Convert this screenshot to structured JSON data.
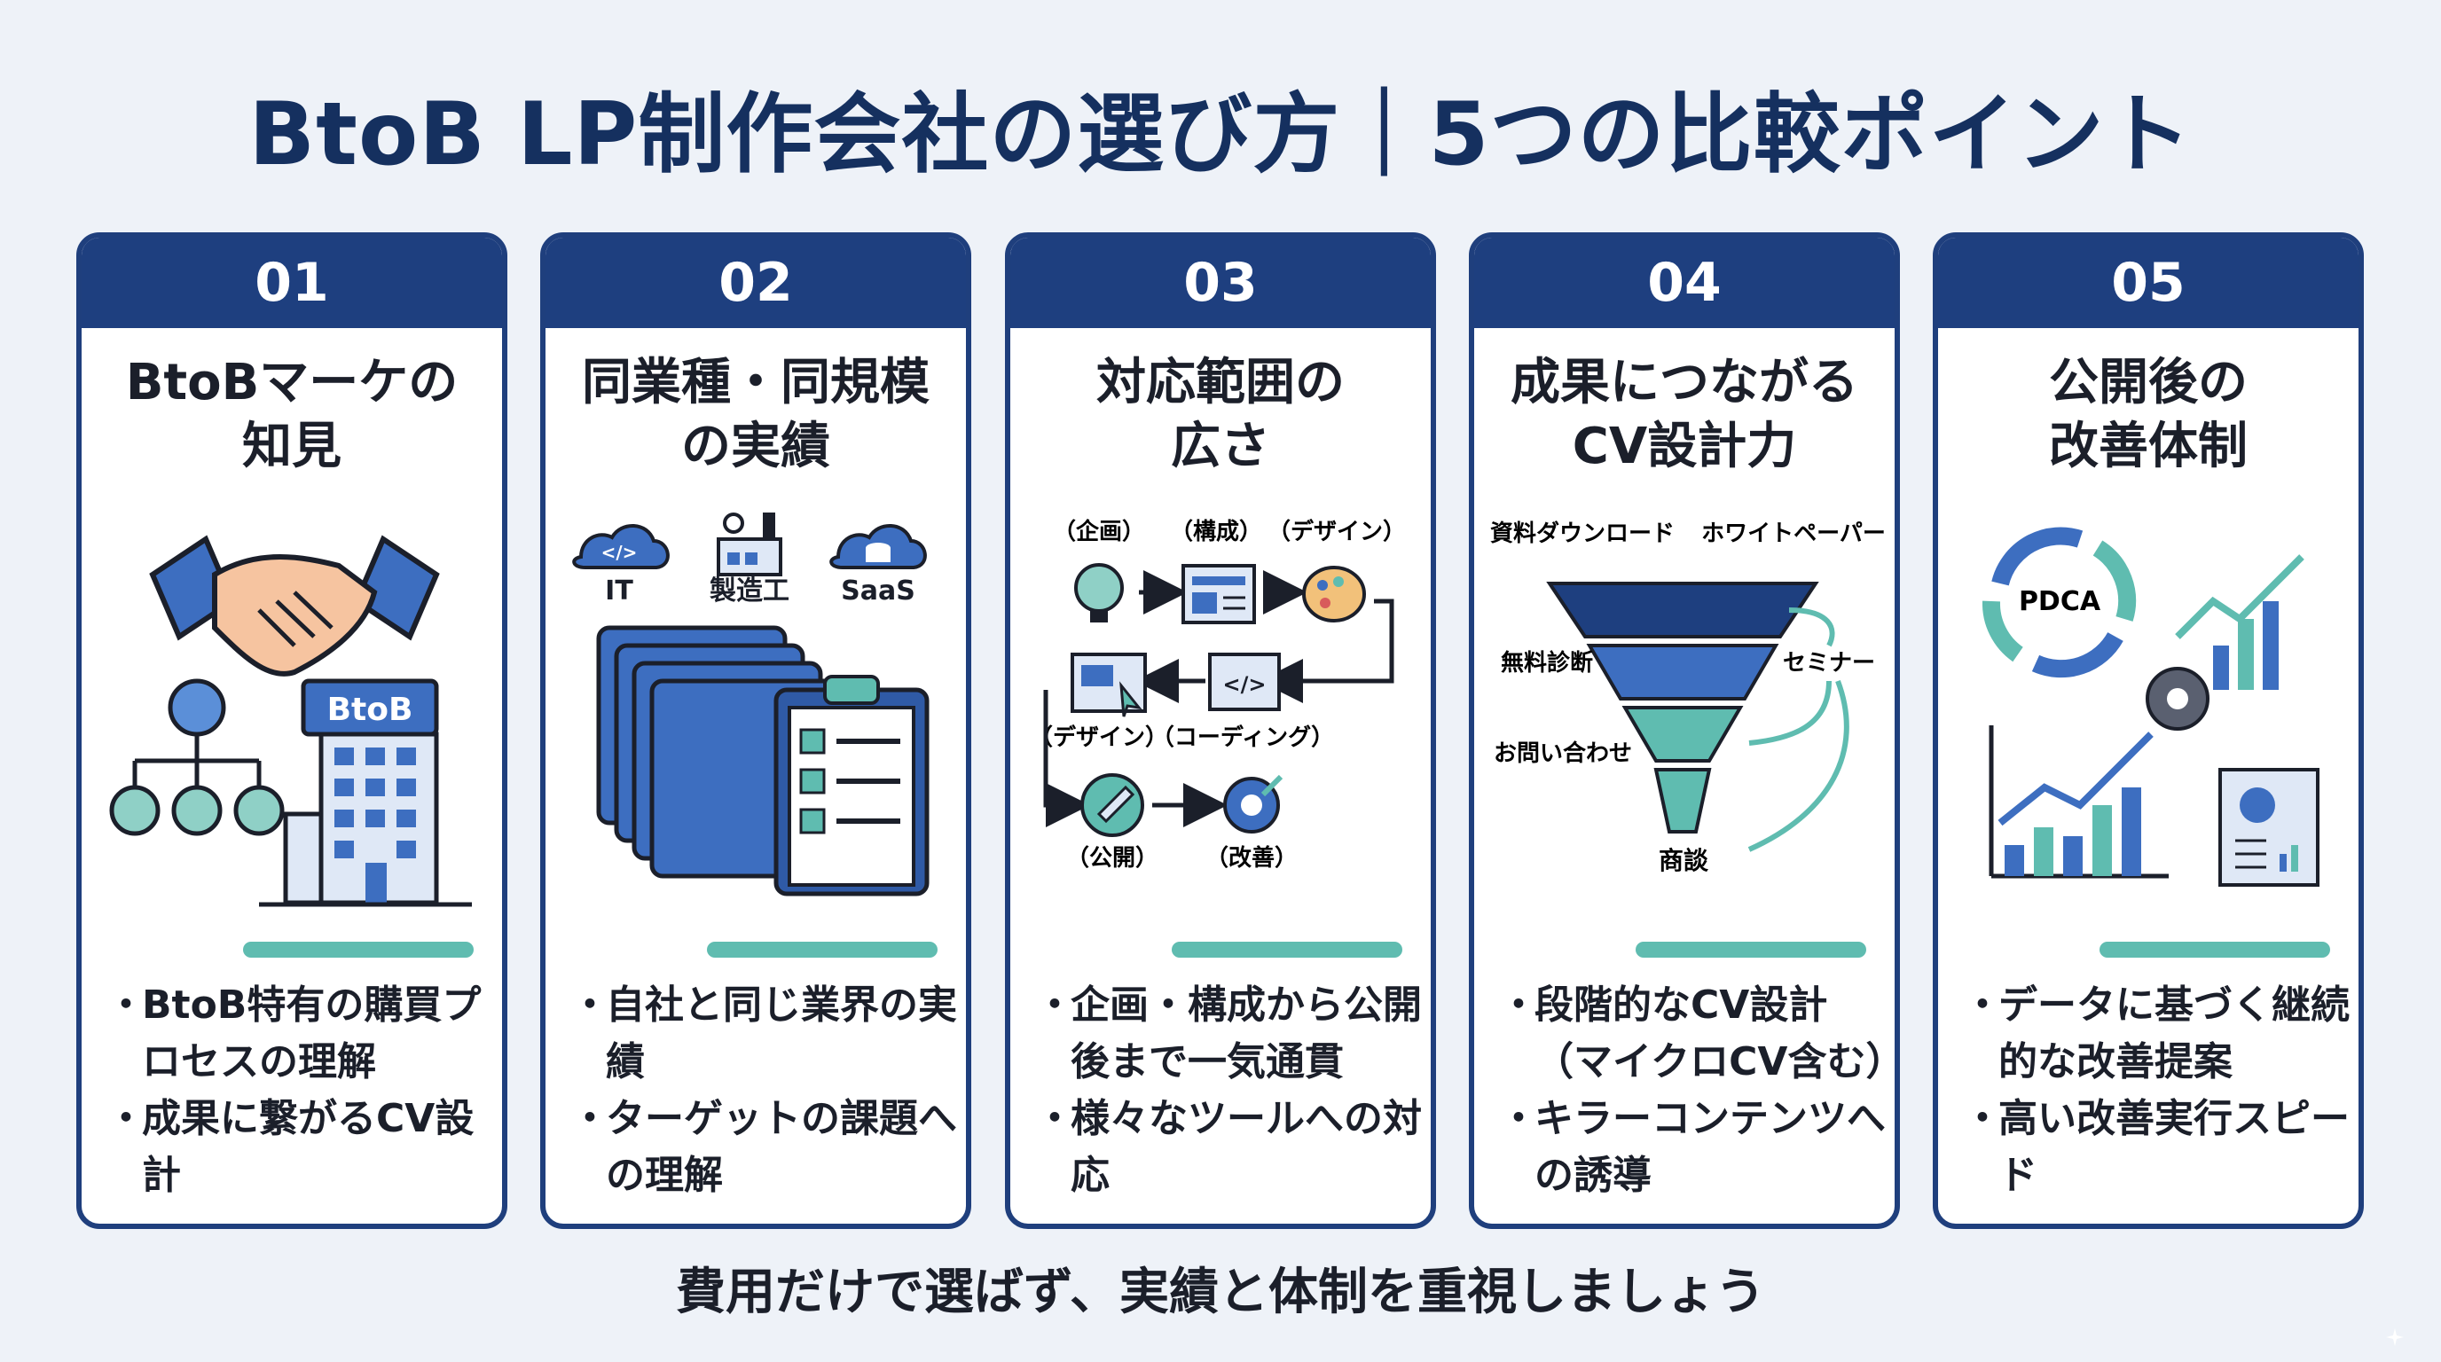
{
  "title": "BtoB LP制作会社の選び方｜5つの比較ポイント",
  "footer": "費用だけで選ばず、実績と体制を重視しましょう",
  "colors": {
    "navy": "#1e3f7f",
    "blue": "#3d6ec0",
    "teal": "#5fbcb0",
    "text": "#1b1f2a"
  },
  "cards": [
    {
      "number": "01",
      "title": [
        "BtoBマーケの",
        "知見"
      ],
      "illustration": {
        "building_label": "BtoB",
        "icons": [
          "handshake-icon",
          "org-chart-icon",
          "building-icon"
        ]
      },
      "bullets": [
        "BtoB特有の購買プロセスの理解",
        "成果に繋がるCV設計"
      ]
    },
    {
      "number": "02",
      "title": [
        "同業種・同規模",
        "の実績"
      ],
      "illustration": {
        "categories": [
          "IT",
          "製造工",
          "SaaS"
        ],
        "icons": [
          "cloud-code-icon",
          "factory-icon",
          "cloud-database-icon",
          "portfolio-folders-icon",
          "checklist-clipboard-icon"
        ]
      },
      "bullets": [
        "自社と同じ業界の実績",
        "ターゲットの課題への理解"
      ]
    },
    {
      "number": "03",
      "title": [
        "対応範囲の",
        "広さ"
      ],
      "illustration": {
        "steps": [
          "（企画）",
          "（構成）",
          "（デザイン）",
          "（デザイン）",
          "（コーディング）",
          "（公開）",
          "（改善）"
        ]
      },
      "bullets": [
        "企画・構成から公開後まで一気通貫",
        "様々なツールへの対応"
      ]
    },
    {
      "number": "04",
      "title": [
        "成果につながる",
        "CV設計力"
      ],
      "illustration": {
        "labels": [
          "資料ダウンロード",
          "ホワイトペーパー",
          "無料診断",
          "セミナー",
          "お問い合わせ",
          "商談"
        ]
      },
      "bullets": [
        "段階的なCV設計（マイクロCV含む）",
        "キラーコンテンツへの誘導"
      ]
    },
    {
      "number": "05",
      "title": [
        "公開後の",
        "改善体制"
      ],
      "illustration": {
        "cycle_label": "PDCA",
        "icons": [
          "pdca-cycle-icon",
          "growth-chart-icon",
          "gear-icon",
          "report-icon"
        ]
      },
      "bullets": [
        "データに基づく継続的な改善提案",
        "高い改善実行スピード"
      ]
    }
  ]
}
